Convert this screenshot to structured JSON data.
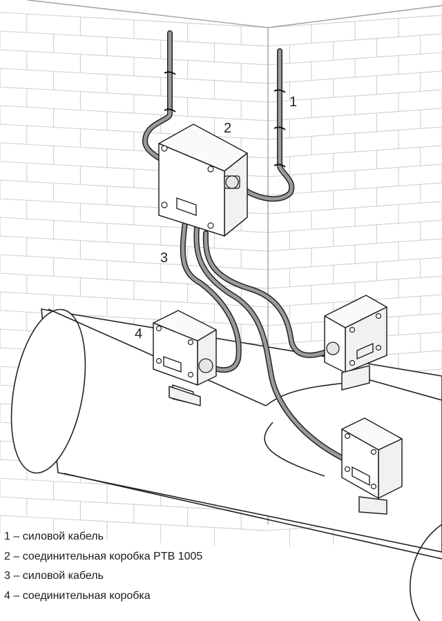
{
  "callouts": {
    "power_cable_top": "1",
    "junction_box_main": "2",
    "power_cable_down": "3",
    "junction_box_pipe": "4"
  },
  "legend": [
    {
      "text": "1 – силовой кабель"
    },
    {
      "text": "2 – соединительная коробка PTB 1005"
    },
    {
      "text": "3 – силовой кабель"
    },
    {
      "text": "4 – соединительная коробка"
    }
  ]
}
